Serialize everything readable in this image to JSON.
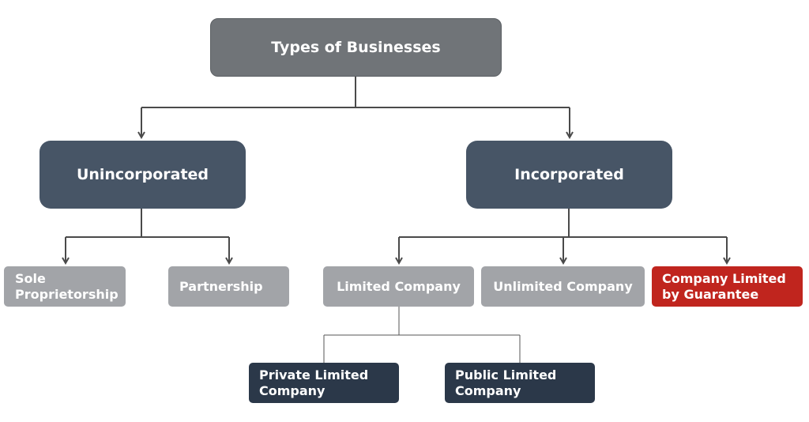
{
  "diagram": {
    "root": "Types of Businesses",
    "level1": {
      "unincorporated": "Unincorporated",
      "incorporated": "Incorporated"
    },
    "unincorporated_types": {
      "sole_line1": "Sole",
      "sole_line2": "Proprietorship",
      "partnership": "Partnership"
    },
    "incorporated_types": {
      "limited": "Limited Company",
      "unlimited": "Unlimited Company",
      "guarantee_line1": "Company Limited",
      "guarantee_line2": "by Guarantee"
    },
    "limited_types": {
      "private_line1": "Private Limited",
      "private_line2": "Company",
      "public_line1": "Public Limited",
      "public_line2": "Company"
    }
  },
  "colors": {
    "root": "#707478",
    "level1": "#475566",
    "level2": "#a2a4a8",
    "highlight": "#c0251e",
    "level3": "#2b3849",
    "connector": "#4a4a4a"
  }
}
